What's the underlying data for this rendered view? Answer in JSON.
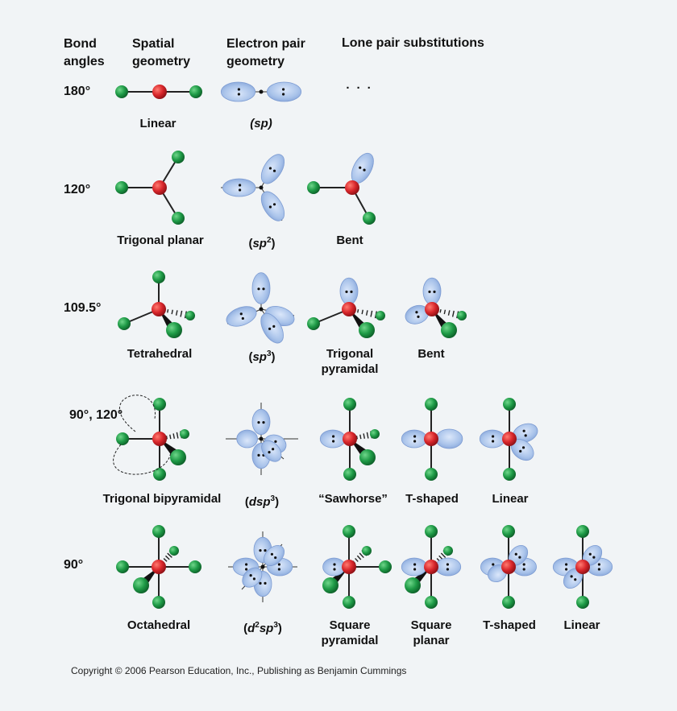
{
  "headers": {
    "bond_angles": "Bond angles",
    "spatial_geometry": "Spatial geometry",
    "electron_pair_geometry": "Electron pair geometry",
    "lone_pair_substitutions": "Lone pair substitutions"
  },
  "rows": [
    {
      "angle": "180°",
      "spatial": "Linear",
      "electron_pair": "(sp)",
      "substitutions": [
        "· · ·"
      ]
    },
    {
      "angle": "120°",
      "spatial": "Trigonal planar",
      "electron_pair": "(sp2)",
      "substitutions": [
        "Bent"
      ]
    },
    {
      "angle": "109.5°",
      "spatial": "Tetrahedral",
      "electron_pair": "(sp3)",
      "substitutions": [
        "Trigonal pyramidal",
        "Bent"
      ]
    },
    {
      "angle": "90°, 120°",
      "spatial": "Trigonal bipyramidal",
      "electron_pair": "(dsp3)",
      "substitutions": [
        "“Sawhorse”",
        "T-shaped",
        "Linear"
      ]
    },
    {
      "angle": "90°",
      "spatial": "Octahedral",
      "electron_pair": "(d2sp3)",
      "substitutions": [
        "Square pyramidal",
        "Square planar",
        "T-shaped",
        "Linear"
      ]
    }
  ],
  "copyright": "Copyright © 2006 Pearson Education, Inc., Publishing as Benjamin Cummings",
  "colors": {
    "central_atom": "#d8262b",
    "ligand_atom": "#1e9a46",
    "orbital_lobe": "#a9c3ea",
    "bond": "#222222"
  }
}
